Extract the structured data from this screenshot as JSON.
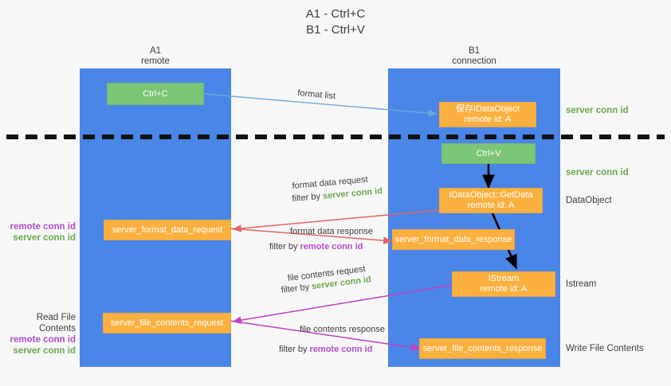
{
  "title": {
    "line1": "A1 - Ctrl+C",
    "line2": "B1 - Ctrl+V"
  },
  "colors": {
    "lane": "#4a86e8",
    "green_node": "#7cc576",
    "orange_node": "#fbb040",
    "server_conn_id": "#6aa84f",
    "remote_conn_id": "#b24bc9",
    "arrow_blue": "#6fa8dc",
    "arrow_red": "#e06666",
    "arrow_magenta": "#c13fc1",
    "arrow_black": "#000000",
    "background": "#f7f7f7"
  },
  "lanes": [
    {
      "name": "A1",
      "sub": "remote"
    },
    {
      "name": "B1",
      "sub": "connection"
    }
  ],
  "nodes": [
    {
      "id": "ctrl-c",
      "label": "Ctrl+C",
      "sub": "",
      "color": "green"
    },
    {
      "id": "save-idataobject",
      "label": "保存IDataObject",
      "sub": "remote id: A",
      "color": "orange"
    },
    {
      "id": "ctrl-v",
      "label": "Ctrl+V",
      "sub": "",
      "color": "green"
    },
    {
      "id": "idataobject-getdata",
      "label": "IDataObject::GetData",
      "sub": "remote id: A",
      "color": "orange"
    },
    {
      "id": "server-format-data-request",
      "label": "server_format_data_request",
      "sub": "",
      "color": "orange"
    },
    {
      "id": "server-format-data-response",
      "label": "server_format_data_response",
      "sub": "",
      "color": "orange"
    },
    {
      "id": "istream",
      "label": "IStream",
      "sub": "remote id: A",
      "color": "orange"
    },
    {
      "id": "server-file-contents-request",
      "label": "server_file_contents_request",
      "sub": "",
      "color": "orange"
    },
    {
      "id": "server-file-contents-response",
      "label": "server_file_contents_response",
      "sub": "",
      "color": "orange"
    }
  ],
  "edge_labels": {
    "format_list": "format list",
    "format_data_request": "format data request",
    "format_data_request_filter_prefix": "filter by ",
    "format_data_request_filter_value": "server conn id",
    "format_data_response": "format data response",
    "format_data_response_filter_prefix": "filter by ",
    "format_data_response_filter_value": "remote conn id",
    "file_contents_request": "file contents request",
    "file_contents_request_filter_prefix": "filter by ",
    "file_contents_request_filter_value": "server conn id",
    "file_contents_response": "file contents response",
    "file_contents_response_filter_prefix": "filter by ",
    "file_contents_response_filter_value": "remote conn id"
  },
  "right_notes": {
    "server_conn_id_1": "server conn id",
    "server_conn_id_2": "server conn id",
    "dataobject": "DataObject",
    "istream": "Istream",
    "write_file_contents": "Write File Contents"
  },
  "left_notes": {
    "block1_remote": "remote conn id",
    "block1_server": "server conn id",
    "read_file_contents": "Read File Contents",
    "block2_remote": "remote conn id",
    "block2_server": "server conn id"
  }
}
